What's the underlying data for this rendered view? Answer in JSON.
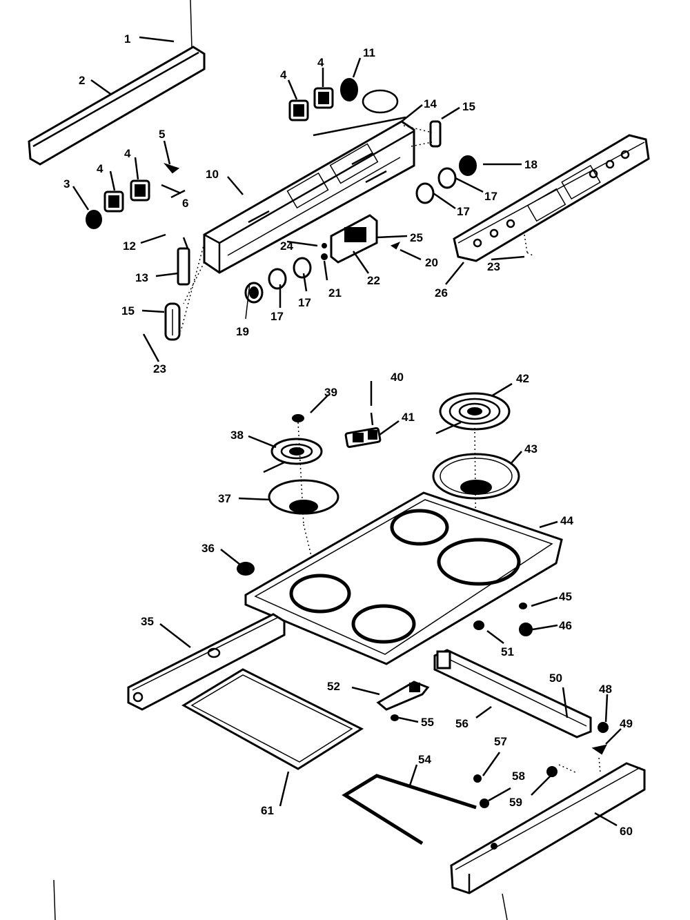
{
  "callouts": [
    {
      "id": "c1",
      "label": "1"
    },
    {
      "id": "c2",
      "label": "2"
    },
    {
      "id": "c3",
      "label": "3"
    },
    {
      "id": "c4a",
      "label": "4"
    },
    {
      "id": "c4b",
      "label": "4"
    },
    {
      "id": "c4c",
      "label": "4"
    },
    {
      "id": "c4d",
      "label": "4"
    },
    {
      "id": "c5",
      "label": "5"
    },
    {
      "id": "c6",
      "label": "6"
    },
    {
      "id": "c10",
      "label": "10"
    },
    {
      "id": "c11",
      "label": "11"
    },
    {
      "id": "c12",
      "label": "12"
    },
    {
      "id": "c13",
      "label": "13"
    },
    {
      "id": "c14",
      "label": "14"
    },
    {
      "id": "c15a",
      "label": "15"
    },
    {
      "id": "c15b",
      "label": "15"
    },
    {
      "id": "c17a",
      "label": "17"
    },
    {
      "id": "c17b",
      "label": "17"
    },
    {
      "id": "c17c",
      "label": "17"
    },
    {
      "id": "c17d",
      "label": "17"
    },
    {
      "id": "c18",
      "label": "18"
    },
    {
      "id": "c19",
      "label": "19"
    },
    {
      "id": "c20",
      "label": "20"
    },
    {
      "id": "c21",
      "label": "21"
    },
    {
      "id": "c22",
      "label": "22"
    },
    {
      "id": "c23a",
      "label": "23"
    },
    {
      "id": "c23b",
      "label": "23"
    },
    {
      "id": "c24",
      "label": "24"
    },
    {
      "id": "c25",
      "label": "25"
    },
    {
      "id": "c26",
      "label": "26"
    },
    {
      "id": "c35",
      "label": "35"
    },
    {
      "id": "c36",
      "label": "36"
    },
    {
      "id": "c37",
      "label": "37"
    },
    {
      "id": "c38",
      "label": "38"
    },
    {
      "id": "c39",
      "label": "39"
    },
    {
      "id": "c40",
      "label": "40"
    },
    {
      "id": "c41",
      "label": "41"
    },
    {
      "id": "c42",
      "label": "42"
    },
    {
      "id": "c43",
      "label": "43"
    },
    {
      "id": "c44",
      "label": "44"
    },
    {
      "id": "c45",
      "label": "45"
    },
    {
      "id": "c46",
      "label": "46"
    },
    {
      "id": "c48",
      "label": "48"
    },
    {
      "id": "c49",
      "label": "49"
    },
    {
      "id": "c50",
      "label": "50"
    },
    {
      "id": "c51",
      "label": "51"
    },
    {
      "id": "c52",
      "label": "52"
    },
    {
      "id": "c54",
      "label": "54"
    },
    {
      "id": "c55",
      "label": "55"
    },
    {
      "id": "c56",
      "label": "56"
    },
    {
      "id": "c57",
      "label": "57"
    },
    {
      "id": "c58",
      "label": "58"
    },
    {
      "id": "c59",
      "label": "59"
    },
    {
      "id": "c60",
      "label": "60"
    },
    {
      "id": "c61",
      "label": "61"
    }
  ],
  "colors": {
    "ink": "#000000",
    "paper": "#ffffff"
  }
}
